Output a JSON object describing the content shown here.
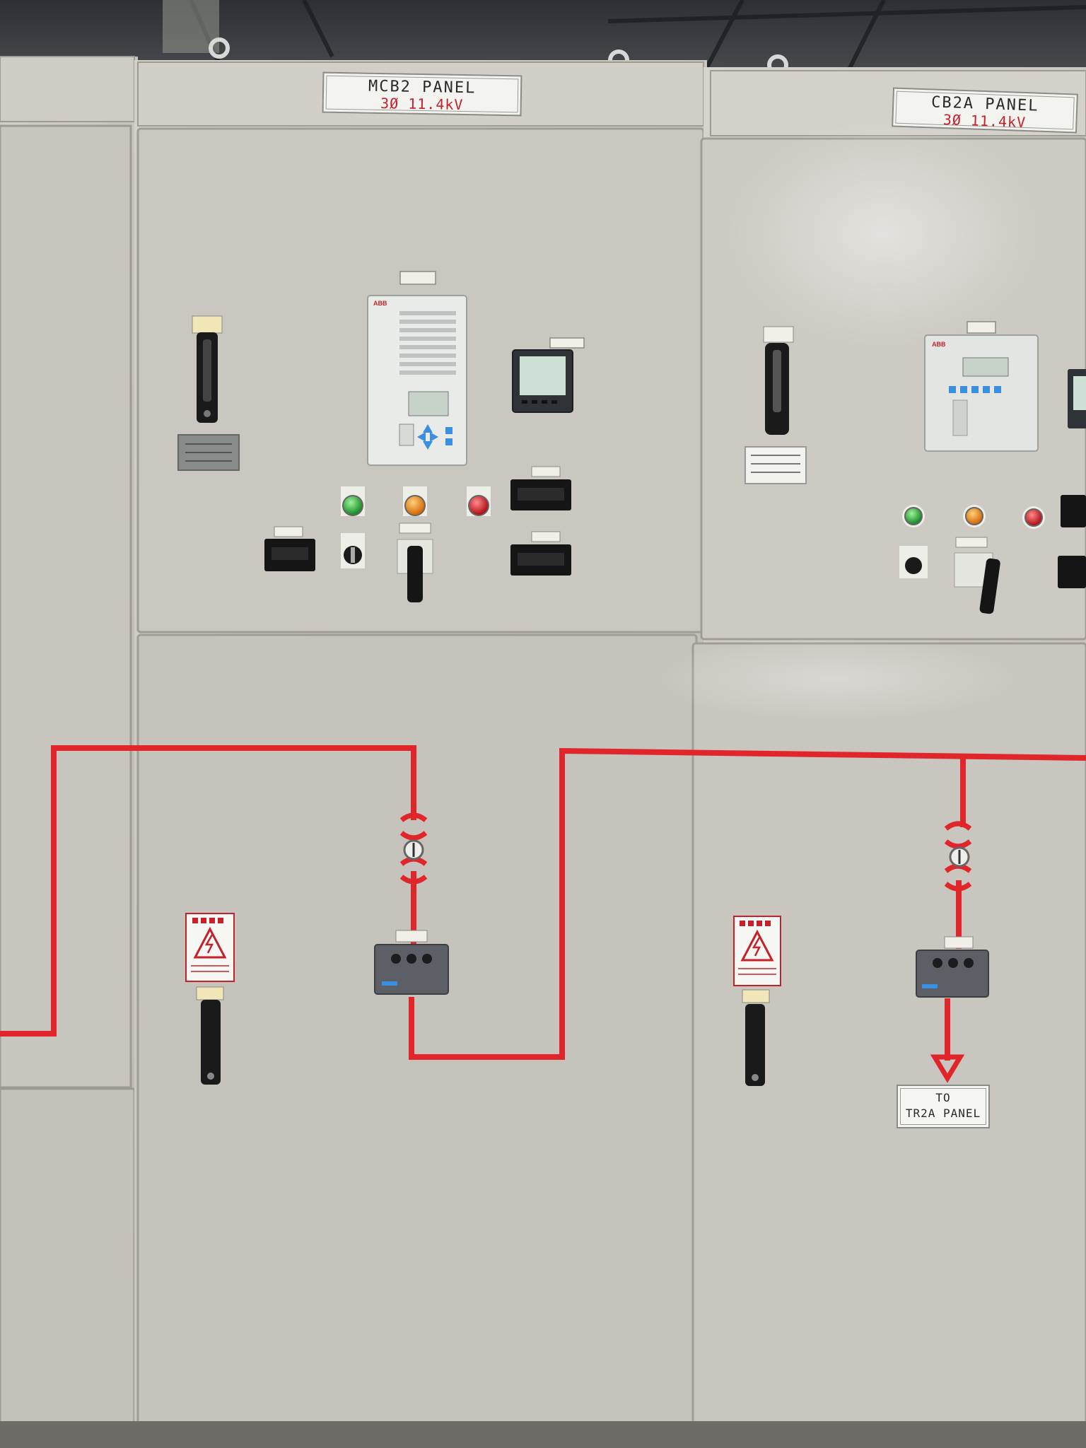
{
  "panels": [
    {
      "title": "MCB2 PANEL",
      "rating": "3Ø 11.4kV"
    },
    {
      "title": "CB2A PANEL",
      "rating": "3Ø 11.4kV"
    }
  ],
  "destination": {
    "line1": "TO",
    "line2": "TR2A PANEL"
  },
  "colors": {
    "cabinet": "#c9c6bf",
    "cabinet_shade": "#b9b6ae",
    "mimic_line": "#e0262b",
    "ceiling": "#3a3d40"
  }
}
